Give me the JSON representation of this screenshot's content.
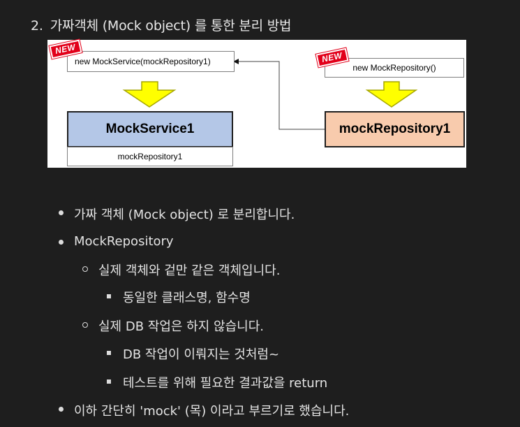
{
  "heading": {
    "number": "2.",
    "text": "가짜객체 (Mock object) 를 통한 분리 방법"
  },
  "diagram": {
    "badge_left": "NEW",
    "badge_right": "NEW",
    "new_service_label": "new MockService(mockRepository1)",
    "new_repository_label": "new MockRepository()",
    "service_title": "MockService1",
    "service_field": "mockRepository1",
    "repository_title": "mockRepository1",
    "colors": {
      "service_fill": "#b4c7e7",
      "repository_fill": "#f8cbad",
      "arrow_fill": "#ffff00",
      "arrow_stroke": "#a6a600",
      "badge": "#e2001a"
    }
  },
  "list": {
    "item1": "가짜 객체 (Mock object) 로 분리합니다.",
    "item2": "MockRepository",
    "item2_1": "실제 객체와 겉만 같은 객체입니다.",
    "item2_1_1": "동일한 클래스명, 함수명",
    "item2_2": "실제 DB 작업은 하지 않습니다.",
    "item2_2_1": "DB 작업이 이뤄지는 것처럼~",
    "item2_2_2": "테스트를 위해 필요한 결과값을 return",
    "item3": "이하 간단히 'mock' (목) 이라고 부르기로 했습니다."
  }
}
